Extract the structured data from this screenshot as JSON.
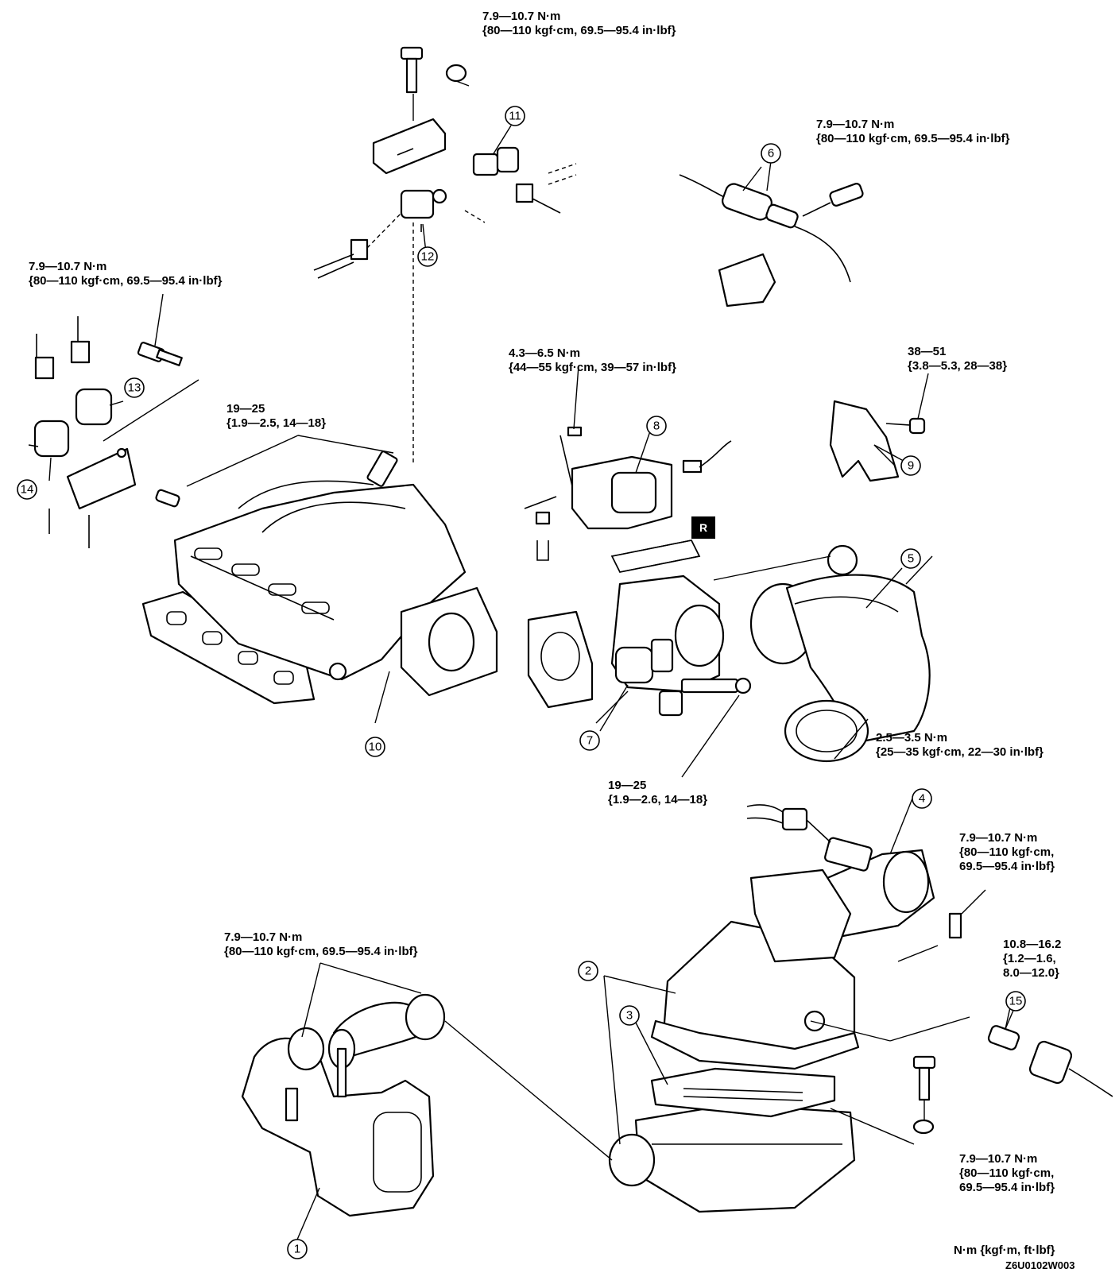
{
  "torque_labels": [
    {
      "id": "t_top",
      "lines": [
        "7.9—10.7 N·m",
        "{80—110 kgf·cm, 69.5—95.4 in·lbf}"
      ]
    },
    {
      "id": "t_6",
      "lines": [
        "7.9—10.7 N·m",
        "{80—110 kgf·cm, 69.5—95.4 in·lbf}"
      ]
    },
    {
      "id": "t_13",
      "lines": [
        "7.9—10.7 N·m",
        "{80—110 kgf·cm, 69.5—95.4 in·lbf}"
      ]
    },
    {
      "id": "t_8",
      "lines": [
        "4.3—6.5 N·m",
        "{44—55 kgf·cm, 39—57 in·lbf}"
      ]
    },
    {
      "id": "t_9",
      "lines": [
        "38—51",
        "{3.8—5.3, 28—38}"
      ]
    },
    {
      "id": "t_10",
      "lines": [
        "19—25",
        "{1.9—2.5, 14—18}"
      ]
    },
    {
      "id": "t_5",
      "lines": [
        "2.5—3.5 N·m",
        "{25—35 kgf·cm, 22—30 in·lbf}"
      ]
    },
    {
      "id": "t_7",
      "lines": [
        "19—25",
        "{1.9—2.6, 14—18}"
      ]
    },
    {
      "id": "t_4",
      "lines": [
        "7.9—10.7 N·m",
        "{80—110 kgf·cm,",
        "69.5—95.4 in·lbf}"
      ]
    },
    {
      "id": "t_15",
      "lines": [
        "10.8—16.2",
        "{1.2—1.6,",
        "8.0—12.0}"
      ]
    },
    {
      "id": "t_1",
      "lines": [
        "7.9—10.7 N·m",
        "{80—110 kgf·cm, 69.5—95.4 in·lbf}"
      ]
    },
    {
      "id": "t_3",
      "lines": [
        "7.9—10.7 N·m",
        "{80—110 kgf·cm,",
        "69.5—95.4 in·lbf}"
      ]
    }
  ],
  "callouts": [
    "1",
    "2",
    "3",
    "4",
    "5",
    "6",
    "7",
    "8",
    "9",
    "10",
    "11",
    "12",
    "13",
    "14",
    "15"
  ],
  "marker_r": "R",
  "units_note": "N·m {kgf·m, ft·lbf}",
  "figure_code": "Z6U0102W003"
}
